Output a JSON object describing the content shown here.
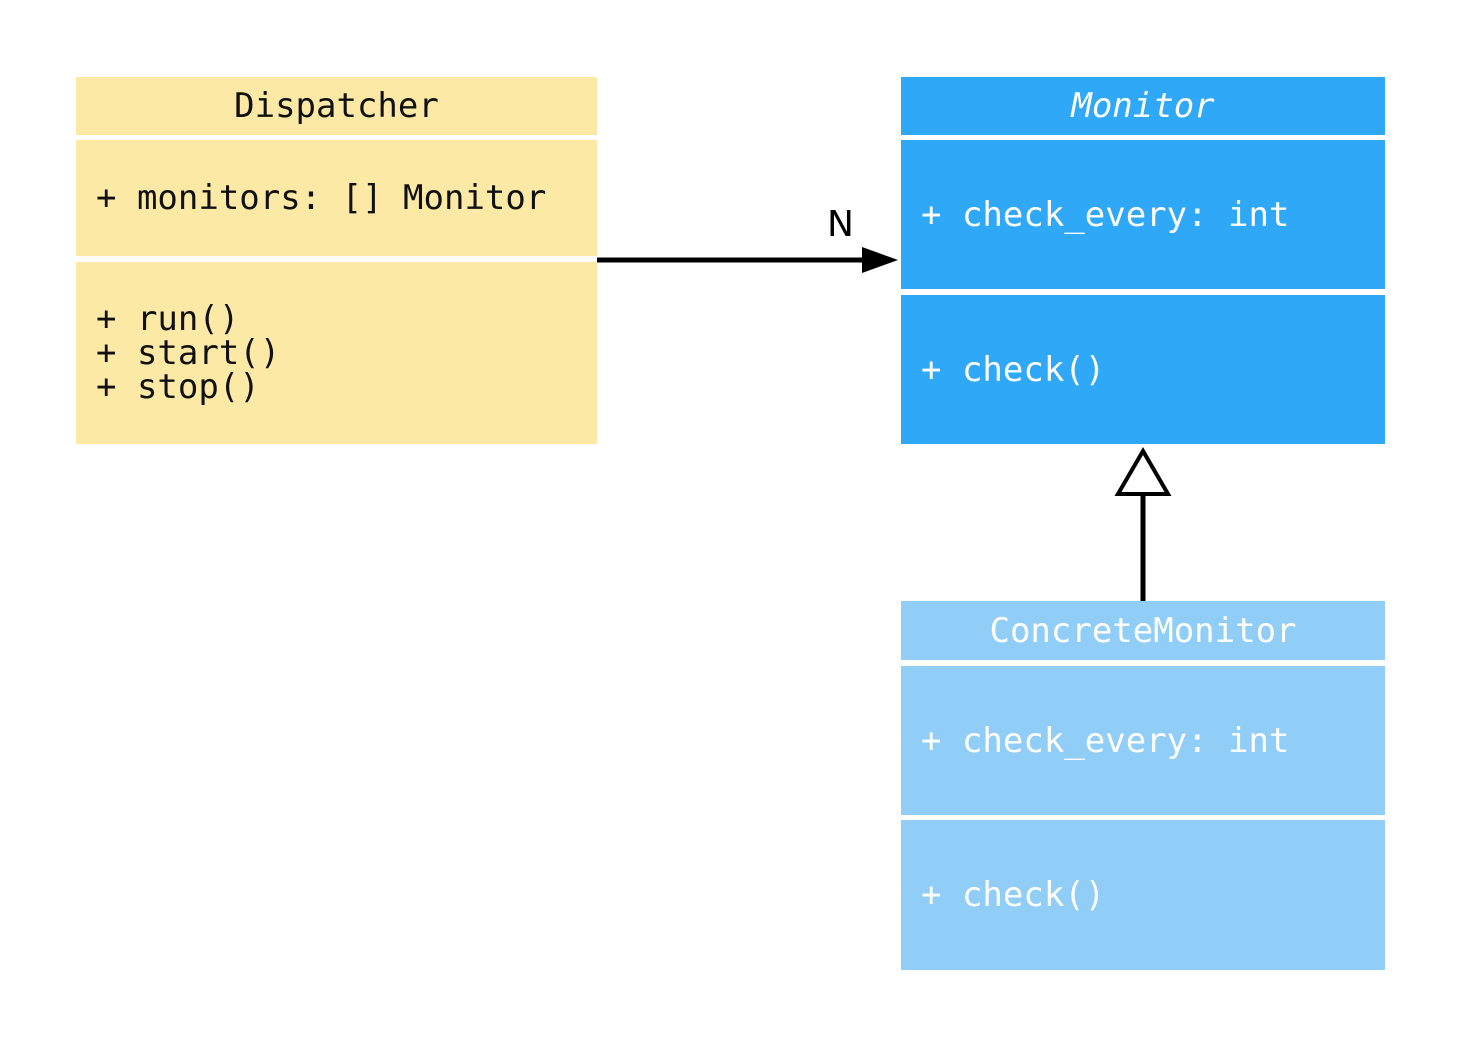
{
  "diagram": {
    "type": "uml-class-diagram",
    "background": "#ffffff",
    "classes": [
      {
        "id": "dispatcher",
        "name": "Dispatcher",
        "abstract": false,
        "attributes": [
          "+ monitors: [] Monitor"
        ],
        "methods": [
          "+ run()",
          "+ start()",
          "+ stop()"
        ],
        "fill": "#FCE9A6",
        "text_color": "#111111"
      },
      {
        "id": "monitor",
        "name": "Monitor",
        "abstract": true,
        "attributes": [
          "+ check_every: int"
        ],
        "methods": [
          "+ check()"
        ],
        "fill": "#2FA8F8",
        "text_color": "#ffffff"
      },
      {
        "id": "concrete-monitor",
        "name": "ConcreteMonitor",
        "abstract": false,
        "attributes": [
          "+ check_every: int"
        ],
        "methods": [
          "+ check()"
        ],
        "fill": "#90CEF8",
        "text_color": "#ffffff"
      }
    ],
    "relations": [
      {
        "type": "association",
        "from": "Dispatcher",
        "to": "Monitor",
        "label": "N",
        "line_color": "#000000"
      },
      {
        "type": "inheritance",
        "from": "ConcreteMonitor",
        "to": "Monitor",
        "label": "",
        "line_color": "#000000"
      }
    ]
  }
}
